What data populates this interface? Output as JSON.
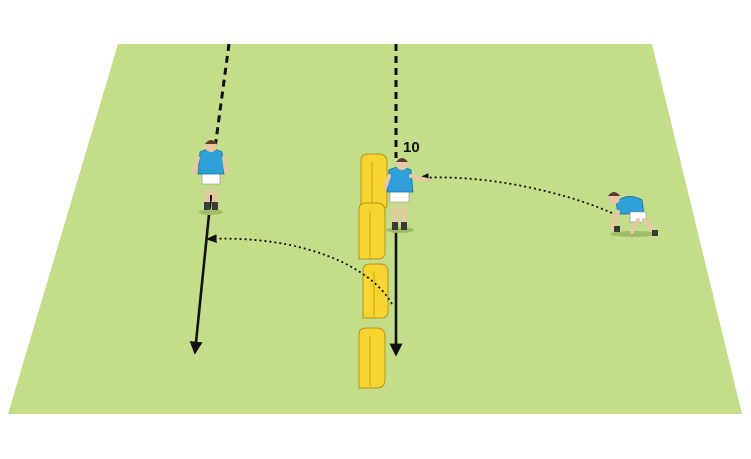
{
  "diagram": {
    "colors": {
      "pitch": "#c3dd8a",
      "shirt": "#2f9fd8",
      "shorts": "#ffffff",
      "pad": "#f7d531",
      "pad_shadow": "#d9b51c",
      "line": "#111111"
    },
    "players": [
      {
        "id": "player-left-runner",
        "label": ""
      },
      {
        "id": "player-10",
        "label": "10"
      },
      {
        "id": "player-scrum-half",
        "label": ""
      }
    ],
    "pads": [
      {
        "id": "tackle-shield-1"
      },
      {
        "id": "tackle-shield-2"
      },
      {
        "id": "tackle-shield-3"
      },
      {
        "id": "tackle-shield-4"
      }
    ],
    "runs": [
      {
        "id": "left-runner-line",
        "style": "solid-with-dashed-tail"
      },
      {
        "id": "player-10-line",
        "style": "solid-with-dashed-tail"
      }
    ],
    "passes": [
      {
        "id": "pass-scrum-half-to-10",
        "style": "dotted"
      },
      {
        "id": "pass-10-to-left-runner",
        "style": "dotted"
      }
    ]
  }
}
